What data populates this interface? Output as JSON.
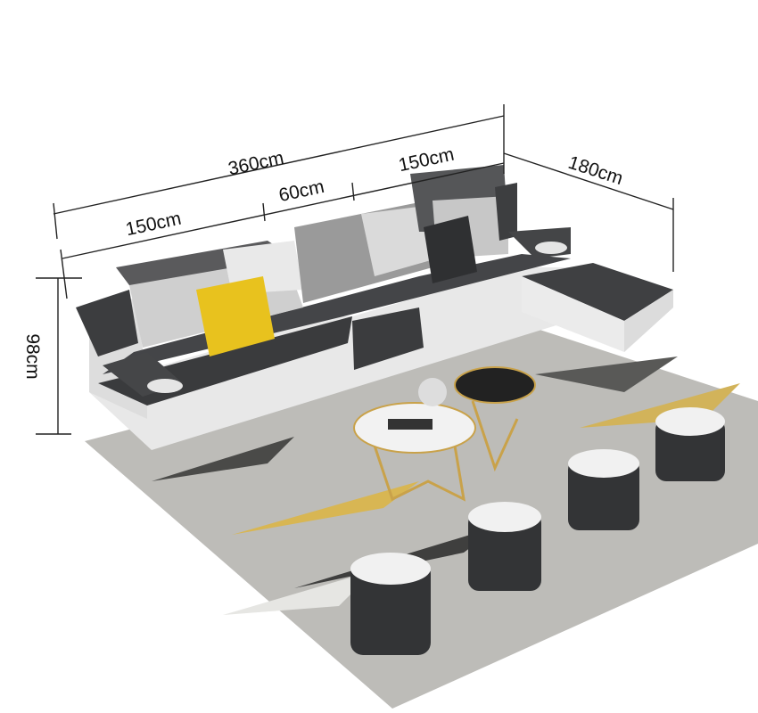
{
  "dimensions": {
    "total_length": "360cm",
    "section_left": "150cm",
    "section_middle": "60cm",
    "section_right": "150cm",
    "chaise_depth": "180cm",
    "height": "98cm"
  },
  "colors": {
    "fabric": "#3d3e40",
    "leather": "#e6e6e6",
    "pillow_yellow": "#e8c21e",
    "rug": "#b9b9b6",
    "gold": "#c9a24a"
  }
}
